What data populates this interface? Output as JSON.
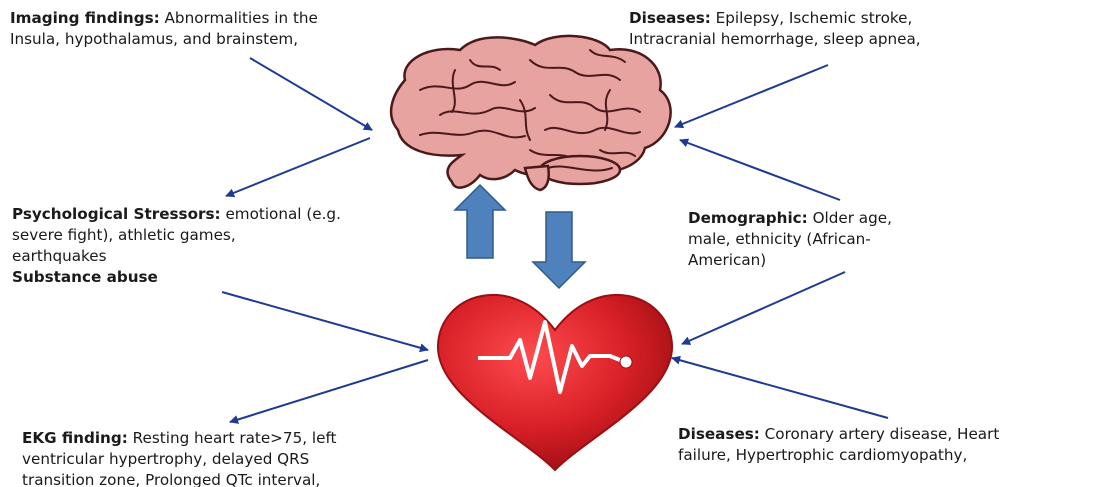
{
  "imaging": {
    "heading": "Imaging findings:",
    "line1_rest": " Abnormalities in the",
    "line2": "Insula, hypothalamus, and brainstem,"
  },
  "brain_diseases": {
    "heading": "Diseases:",
    "line1_rest": " Epilepsy, Ischemic stroke,",
    "line2": "Intracranial hemorrhage, sleep apnea,"
  },
  "psychological": {
    "heading": "Psychological Stressors:",
    "line1_rest": " emotional (e.g.",
    "line2": "severe fight), athletic games,",
    "line3": "earthquakes",
    "line4": "Substance abuse"
  },
  "demographic": {
    "heading": "Demographic:",
    "line1_rest": " Older age,",
    "line2": "male, ethnicity (African-",
    "line3": "American)"
  },
  "ekg": {
    "heading": "EKG finding:",
    "line1_rest": " Resting heart rate>75, left",
    "line2": "ventricular hypertrophy, delayed QRS",
    "line3": "transition zone, Prolonged QTc interval,"
  },
  "heart_diseases": {
    "heading": "Diseases:",
    "line1_rest": " Coronary artery disease, Heart",
    "line2": "failure, Hypertrophic cardiomyopathy,"
  },
  "colors": {
    "arrow": "#1f3a93",
    "block_arrow_fill": "#4f81bd",
    "block_arrow_stroke": "#2e5b8a",
    "heart_red": "#d61f26",
    "heart_dark": "#9b0e12",
    "brain_pink": "#e7a3a0",
    "brain_stroke": "#4a1a1a"
  },
  "icons": {
    "brain": "brain-icon",
    "heart": "heart-ekg-icon"
  }
}
